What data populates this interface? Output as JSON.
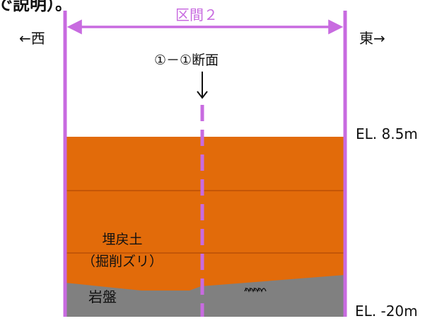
{
  "header_fragment": "で説明）。",
  "section": {
    "label": "区間２",
    "west_label": "←西",
    "east_label": "東→"
  },
  "cross_section_label": "①－①断面",
  "elevations": {
    "top": "EL. 8.5m",
    "bottom": "EL. -20m"
  },
  "layers": {
    "fill_line1": "埋戻土",
    "fill_line2": "（掘削ズリ）",
    "bedrock": "岩盤"
  },
  "colors": {
    "fill_soil": "#e26b0a",
    "fill_soil_lines": "#b94f06",
    "bedrock": "#808080",
    "boundary_and_markers": "#c86be0",
    "text": "#111111"
  }
}
